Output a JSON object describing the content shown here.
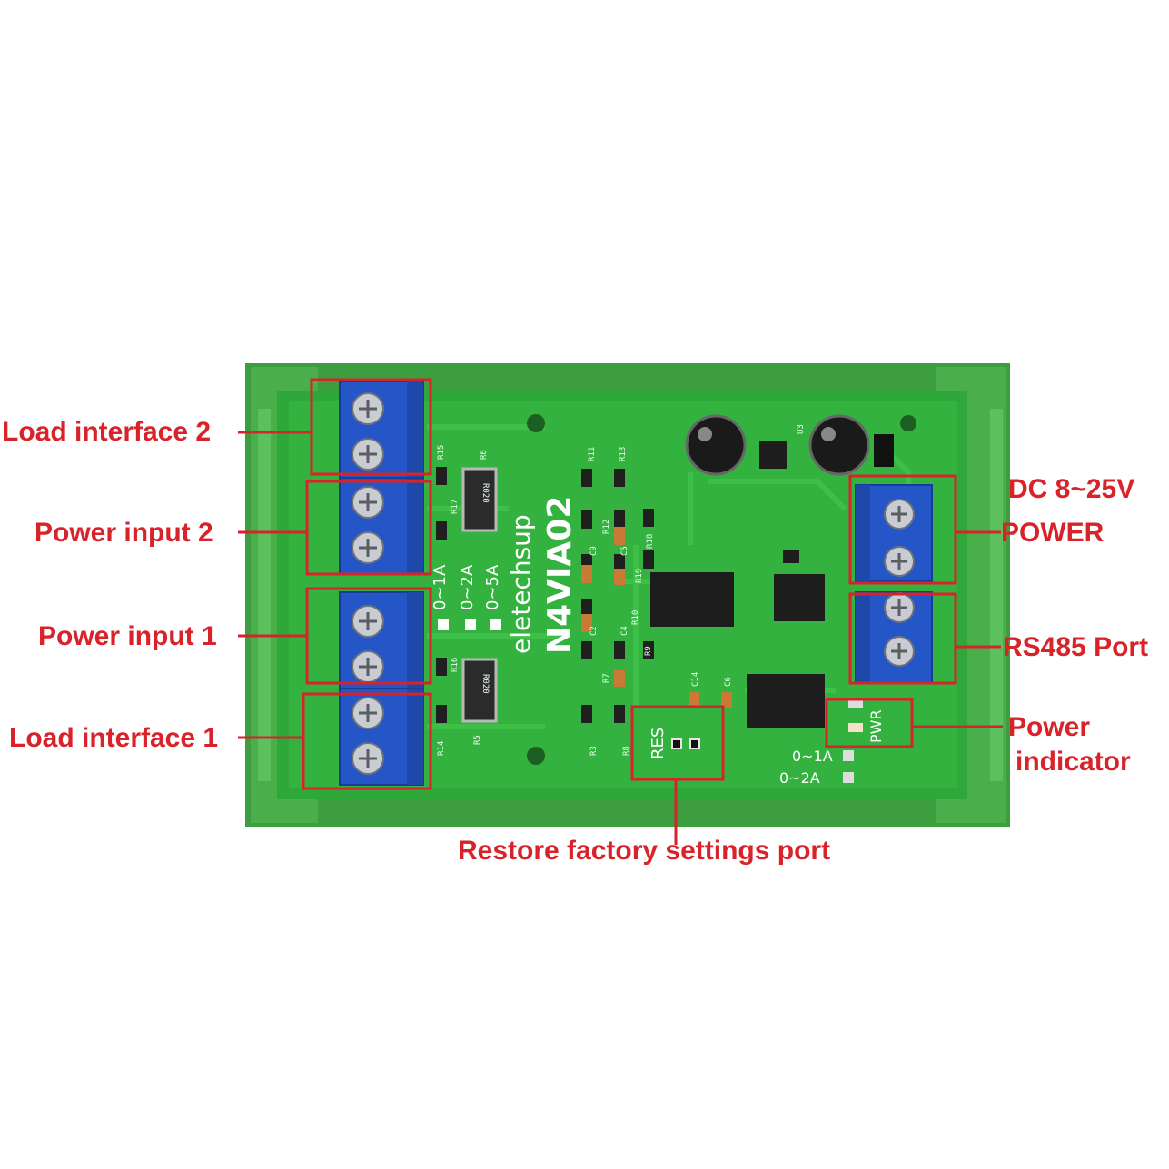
{
  "callouts": {
    "load_interface_2": "Load interface 2",
    "power_input_2": "Power input 2",
    "power_input_1": "Power input 1",
    "load_interface_1": "Load interface 1",
    "dc_power_line1": "DC 8~25V",
    "dc_power_line2": "POWER",
    "rs485_port": "RS485 Port",
    "power_indicator_line1": "Power",
    "power_indicator_line2": "indicator",
    "restore_factory": "Restore factory settings port"
  },
  "board": {
    "brand": "eletechsup",
    "model": "N4VIA02",
    "range_1a": "0~1A",
    "range_2a": "0~2A",
    "range_5a": "0~5A",
    "shunt_label": "R020",
    "res_label": "RES",
    "pwr_label": "PWR",
    "sel_1a": "0~1A",
    "sel_2a": "0~2A",
    "resistor_labels": [
      "R15",
      "R17",
      "R6",
      "R16",
      "R14",
      "R5",
      "R11",
      "R13",
      "R12",
      "R18",
      "R19",
      "R10",
      "R9",
      "R7",
      "R8",
      "R3",
      "U3",
      "C14",
      "C6",
      "C9",
      "C5",
      "C2",
      "C4"
    ]
  },
  "colors": {
    "callout_red": "#d8232a",
    "pcb_green": "#2aa33a",
    "rail_green": "#3aa03c",
    "terminal_blue": "#2456c8"
  }
}
